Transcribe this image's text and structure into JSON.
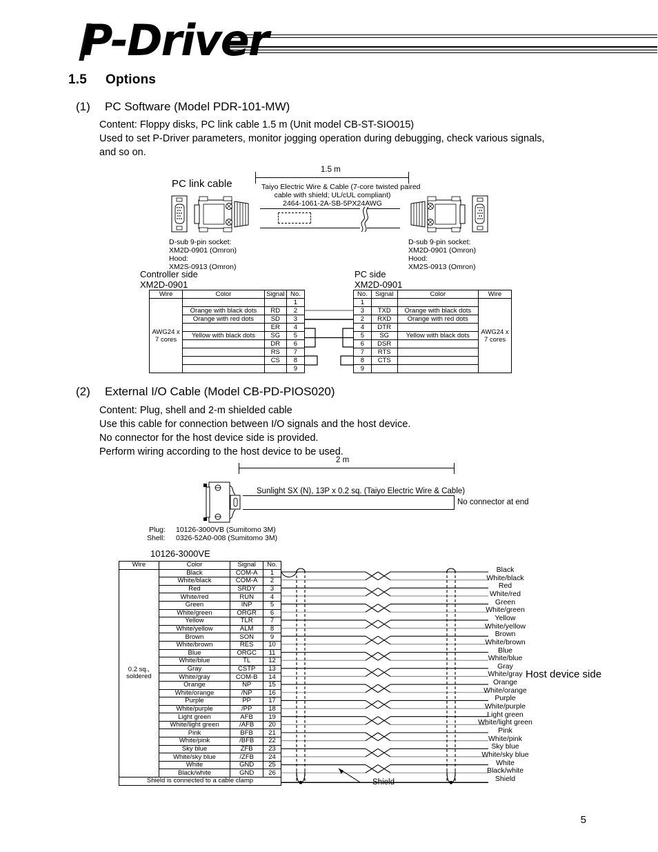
{
  "header": {
    "logo_text": "P-Driver"
  },
  "section": {
    "number": "1.5",
    "title": "Options"
  },
  "item1": {
    "number": "(1)",
    "title": "PC Software (Model PDR-101-MW)",
    "lines": [
      "Content: Floppy disks, PC link cable 1.5 m (Unit model CB-ST-SIO015)",
      "Used to set P-Driver parameters, monitor jogging operation during debugging, check various signals,",
      "and so on."
    ],
    "diagram": {
      "caption": "PC link cable",
      "length_label": "1.5 m",
      "cable_spec_lines": [
        "Taiyo Electric Wire & Cable (7-core twisted paired",
        "cable with shield; UL/cUL compliant)",
        "2464-1061-2A-SB-5PX24AWG"
      ],
      "left_connector_notes": [
        "D-sub 9-pin socket:",
        "XM2D-0901 (Omron)",
        "Hood:",
        "XM2S-0913 (Omron)"
      ],
      "right_connector_notes": [
        "D-sub 9-pin socket:",
        "XM2D-0901 (Omron)",
        "Hood:",
        "XM2S-0913 (Omron)"
      ],
      "left_side_title": "Controller side",
      "left_side_part": "XM2D-0901",
      "right_side_title": "PC side",
      "right_side_part": "XM2D-0901"
    },
    "left_table": {
      "headers": [
        "Wire",
        "Color",
        "Signal",
        "No."
      ],
      "wire_label_lines": [
        "AWG24 x",
        "7 cores"
      ],
      "rows": [
        {
          "color": "",
          "signal": "",
          "no": "1"
        },
        {
          "color": "Orange with black dots",
          "signal": "RD",
          "no": "2"
        },
        {
          "color": "Orange with red dots",
          "signal": "SD",
          "no": "3"
        },
        {
          "color": "",
          "signal": "ER",
          "no": "4"
        },
        {
          "color": "Yellow with black dots",
          "signal": "SG",
          "no": "5"
        },
        {
          "color": "",
          "signal": "DR",
          "no": "6"
        },
        {
          "color": "",
          "signal": "RS",
          "no": "7"
        },
        {
          "color": "",
          "signal": "CS",
          "no": "8"
        },
        {
          "color": "",
          "signal": "",
          "no": "9"
        }
      ]
    },
    "right_table": {
      "headers": [
        "No.",
        "Signal",
        "Color",
        "Wire"
      ],
      "wire_label_lines": [
        "AWG24 x",
        "7 cores"
      ],
      "rows": [
        {
          "no": "1",
          "signal": "",
          "color": ""
        },
        {
          "no": "3",
          "signal": "TXD",
          "color": "Orange with black dots"
        },
        {
          "no": "2",
          "signal": "RXD",
          "color": "Orange with red dots"
        },
        {
          "no": "4",
          "signal": "DTR",
          "color": ""
        },
        {
          "no": "5",
          "signal": "SG",
          "color": "Yellow with black dots"
        },
        {
          "no": "6",
          "signal": "DSR",
          "color": ""
        },
        {
          "no": "7",
          "signal": "RTS",
          "color": ""
        },
        {
          "no": "8",
          "signal": "CTS",
          "color": ""
        },
        {
          "no": "9",
          "signal": "",
          "color": ""
        }
      ]
    }
  },
  "item2": {
    "number": "(2)",
    "title": "External I/O Cable (Model CB-PD-PIOS020)",
    "lines": [
      "Content: Plug, shell and 2-m shielded cable",
      "Use this cable for connection between I/O signals and the host device.",
      "No connector for the host device side is provided.",
      "Perform wiring according to the host device to be used."
    ],
    "diagram": {
      "length_label": "2 m",
      "cable_spec": "Sunlight SX (N), 13P x 0.2 sq. (Taiyo Electric Wire & Cable)",
      "end_note": "No connector at end",
      "plug_label": "Plug:",
      "plug_value": "10126-3000VB (Sumitomo 3M)",
      "shell_label": "Shell:",
      "shell_value": "0326-52A0-008 (Sumitomo 3M)"
    },
    "table": {
      "title": "10126-3000VE",
      "headers": [
        "Wire",
        "Color",
        "Signal",
        "No."
      ],
      "wire_label_lines": [
        "0.2 sq.,",
        "soldered"
      ],
      "footer": "Shield is connected to a cable clamp",
      "rows": [
        {
          "color": "Black",
          "signal": "COM-A",
          "no": "1"
        },
        {
          "color": "White/black",
          "signal": "COM-A",
          "no": "2"
        },
        {
          "color": "Red",
          "signal": "SRDY",
          "no": "3"
        },
        {
          "color": "White/red",
          "signal": "RUN",
          "no": "4"
        },
        {
          "color": "Green",
          "signal": "INP",
          "no": "5"
        },
        {
          "color": "White/green",
          "signal": "ORGR",
          "no": "6"
        },
        {
          "color": "Yellow",
          "signal": "TLR",
          "no": "7"
        },
        {
          "color": "White/yellow",
          "signal": "ALM",
          "no": "8"
        },
        {
          "color": "Brown",
          "signal": "SON",
          "no": "9"
        },
        {
          "color": "White/brown",
          "signal": "RES",
          "no": "10"
        },
        {
          "color": "Blue",
          "signal": "ORGC",
          "no": "11"
        },
        {
          "color": "White/blue",
          "signal": "TL",
          "no": "12"
        },
        {
          "color": "Gray",
          "signal": "CSTP",
          "no": "13"
        },
        {
          "color": "White/gray",
          "signal": "COM-B",
          "no": "14"
        },
        {
          "color": "Orange",
          "signal": "NP",
          "no": "15"
        },
        {
          "color": "White/orange",
          "signal": "/NP",
          "no": "16"
        },
        {
          "color": "Purple",
          "signal": "PP",
          "no": "17"
        },
        {
          "color": "White/purple",
          "signal": "/PP",
          "no": "18"
        },
        {
          "color": "Light green",
          "signal": "AFB",
          "no": "19"
        },
        {
          "color": "White/light green",
          "signal": "/AFB",
          "no": "20"
        },
        {
          "color": "Pink",
          "signal": "BFB",
          "no": "21"
        },
        {
          "color": "White/pink",
          "signal": "/BFB",
          "no": "22"
        },
        {
          "color": "Sky blue",
          "signal": "ZFB",
          "no": "23"
        },
        {
          "color": "White/sky blue",
          "signal": "/ZFB",
          "no": "24"
        },
        {
          "color": "White",
          "signal": "GND",
          "no": "25"
        },
        {
          "color": "Black/white",
          "signal": "GND",
          "no": "26"
        }
      ]
    },
    "host_side_label": "Host device side",
    "shield_label": "Shield",
    "right_wire_labels": [
      "Black",
      "White/black",
      "Red",
      "White/red",
      "Green",
      "White/green",
      "Yellow",
      "White/yellow",
      "Brown",
      "White/brown",
      "Blue",
      "White/blue",
      "Gray",
      "White/gray",
      "Orange",
      "White/orange",
      "Purple",
      "White/purple",
      "Light green",
      "White/light green",
      "Pink",
      "White/pink",
      "Sky blue",
      "White/sky blue",
      "White",
      "Black/white",
      "Shield"
    ]
  },
  "footer": {
    "page_number": "5"
  },
  "colors": {
    "ink": "#000000",
    "light_wire": "#8a8a8a"
  }
}
